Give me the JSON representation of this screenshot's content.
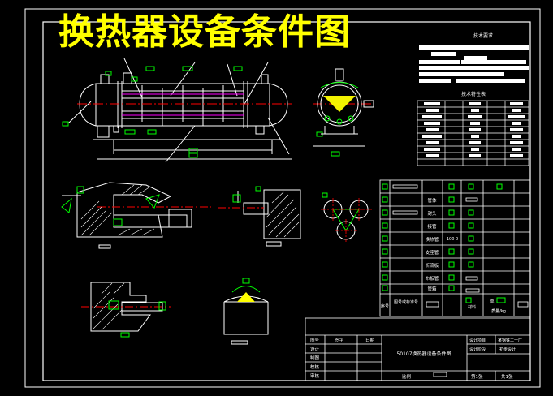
{
  "drawing": {
    "title": "换热器设备条件图",
    "tech_requirements_heading": "技术要求",
    "tech_spec_heading": "技术特性表"
  },
  "bom": {
    "rows": [
      {
        "name": ""
      },
      {
        "name": "管体"
      },
      {
        "name": "封头"
      },
      {
        "name": "接管"
      },
      {
        "name": "换热管",
        "qty": "100\n0"
      },
      {
        "name": "支座管"
      },
      {
        "name": "折流板"
      },
      {
        "name": "布板管"
      },
      {
        "name": "管箱"
      }
    ],
    "header": {
      "seq": "序号",
      "code": "图号或标准号",
      "material": "材料",
      "weight_label": "单",
      "weight_unit": "质量/kg"
    }
  },
  "title_block": {
    "sign_label": "签字",
    "date_label": "日期",
    "row_labels": [
      "图号",
      "设计",
      "制图",
      "校核",
      "审核"
    ],
    "drawing_name": "50107换热器设备条件图",
    "stage_label": "设计项目",
    "stage_value": "某钢铁工一厂",
    "phase_label": "设计阶段",
    "phase_value": "初步设计",
    "scale_label": "比例",
    "sheet_total": "第1张",
    "sheet_index": "共1张"
  },
  "colors": {
    "background": "#000000",
    "line": "#ffffff",
    "title": "#ffff00",
    "green": "#00ff00",
    "red": "#ff0000",
    "yellow": "#ffff00"
  }
}
